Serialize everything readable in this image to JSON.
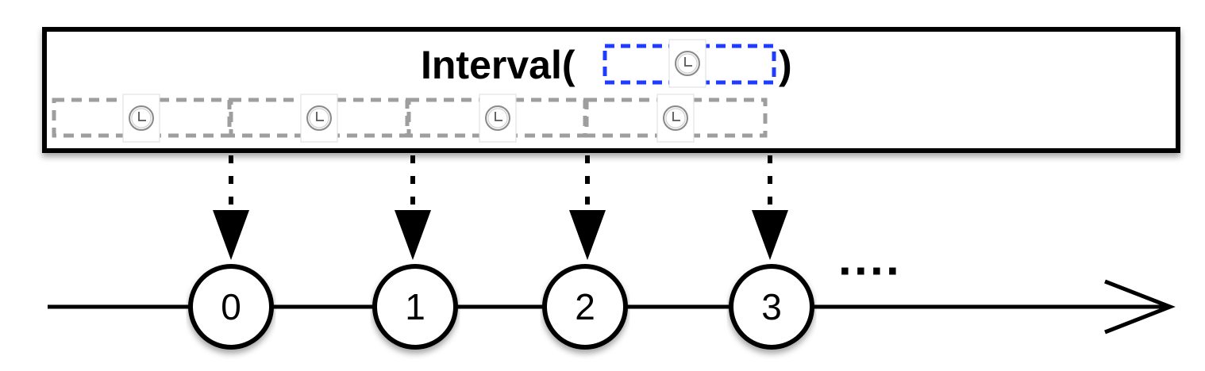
{
  "operator": {
    "name_prefix": "Interval(",
    "name_suffix": ")",
    "parameter_icon": "clock-icon",
    "parameter_border_color": "#1f3cff"
  },
  "intervals": {
    "count": 4,
    "icon": "clock-icon",
    "border_color": "#9e9e9e"
  },
  "output": {
    "marbles": [
      {
        "label": "0"
      },
      {
        "label": "1"
      },
      {
        "label": "2"
      },
      {
        "label": "3"
      }
    ],
    "continuation": "····"
  }
}
